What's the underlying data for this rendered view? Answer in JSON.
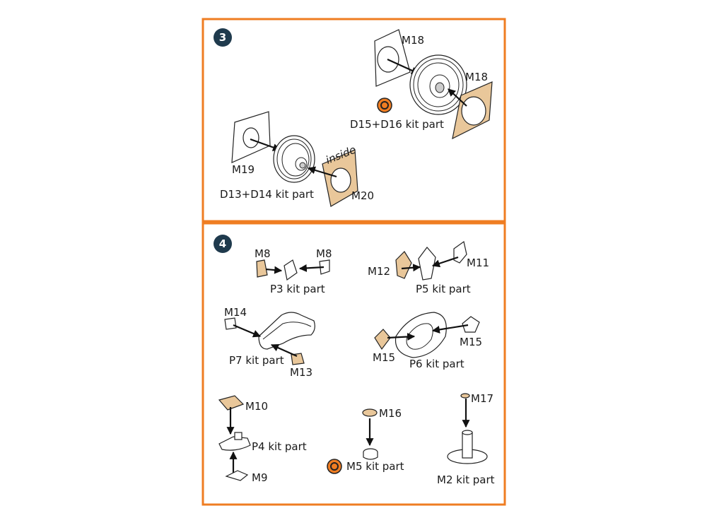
{
  "colors": {
    "frame": "#ef7d22",
    "badge": "#1f3a4d",
    "photoetch": "#e9c79a",
    "warning": "#ef7d22"
  },
  "step3": {
    "number": "3",
    "labels": {
      "m18_mask": "M18",
      "m18_pe": "M18",
      "d15_d16": "D15+D16 kit part",
      "m19": "M19",
      "inside": "inside",
      "d13_d14": "D13+D14 kit part",
      "m20": "M20"
    }
  },
  "step4": {
    "number": "4",
    "labels": {
      "m8_left": "M8",
      "m8_right": "M8",
      "p3": "P3 kit part",
      "m12": "M12",
      "m11": "M11",
      "p5": "P5 kit part",
      "m14": "M14",
      "p7": "P7 kit part",
      "m13": "M13",
      "m15_right": "M15",
      "m15_left": "M15",
      "p6": "P6 kit part",
      "m10": "M10",
      "p4": "P4 kit part",
      "m9": "M9",
      "m16": "M16",
      "m5": "M5 kit part",
      "m17": "M17",
      "m2": "M2 kit part"
    }
  }
}
